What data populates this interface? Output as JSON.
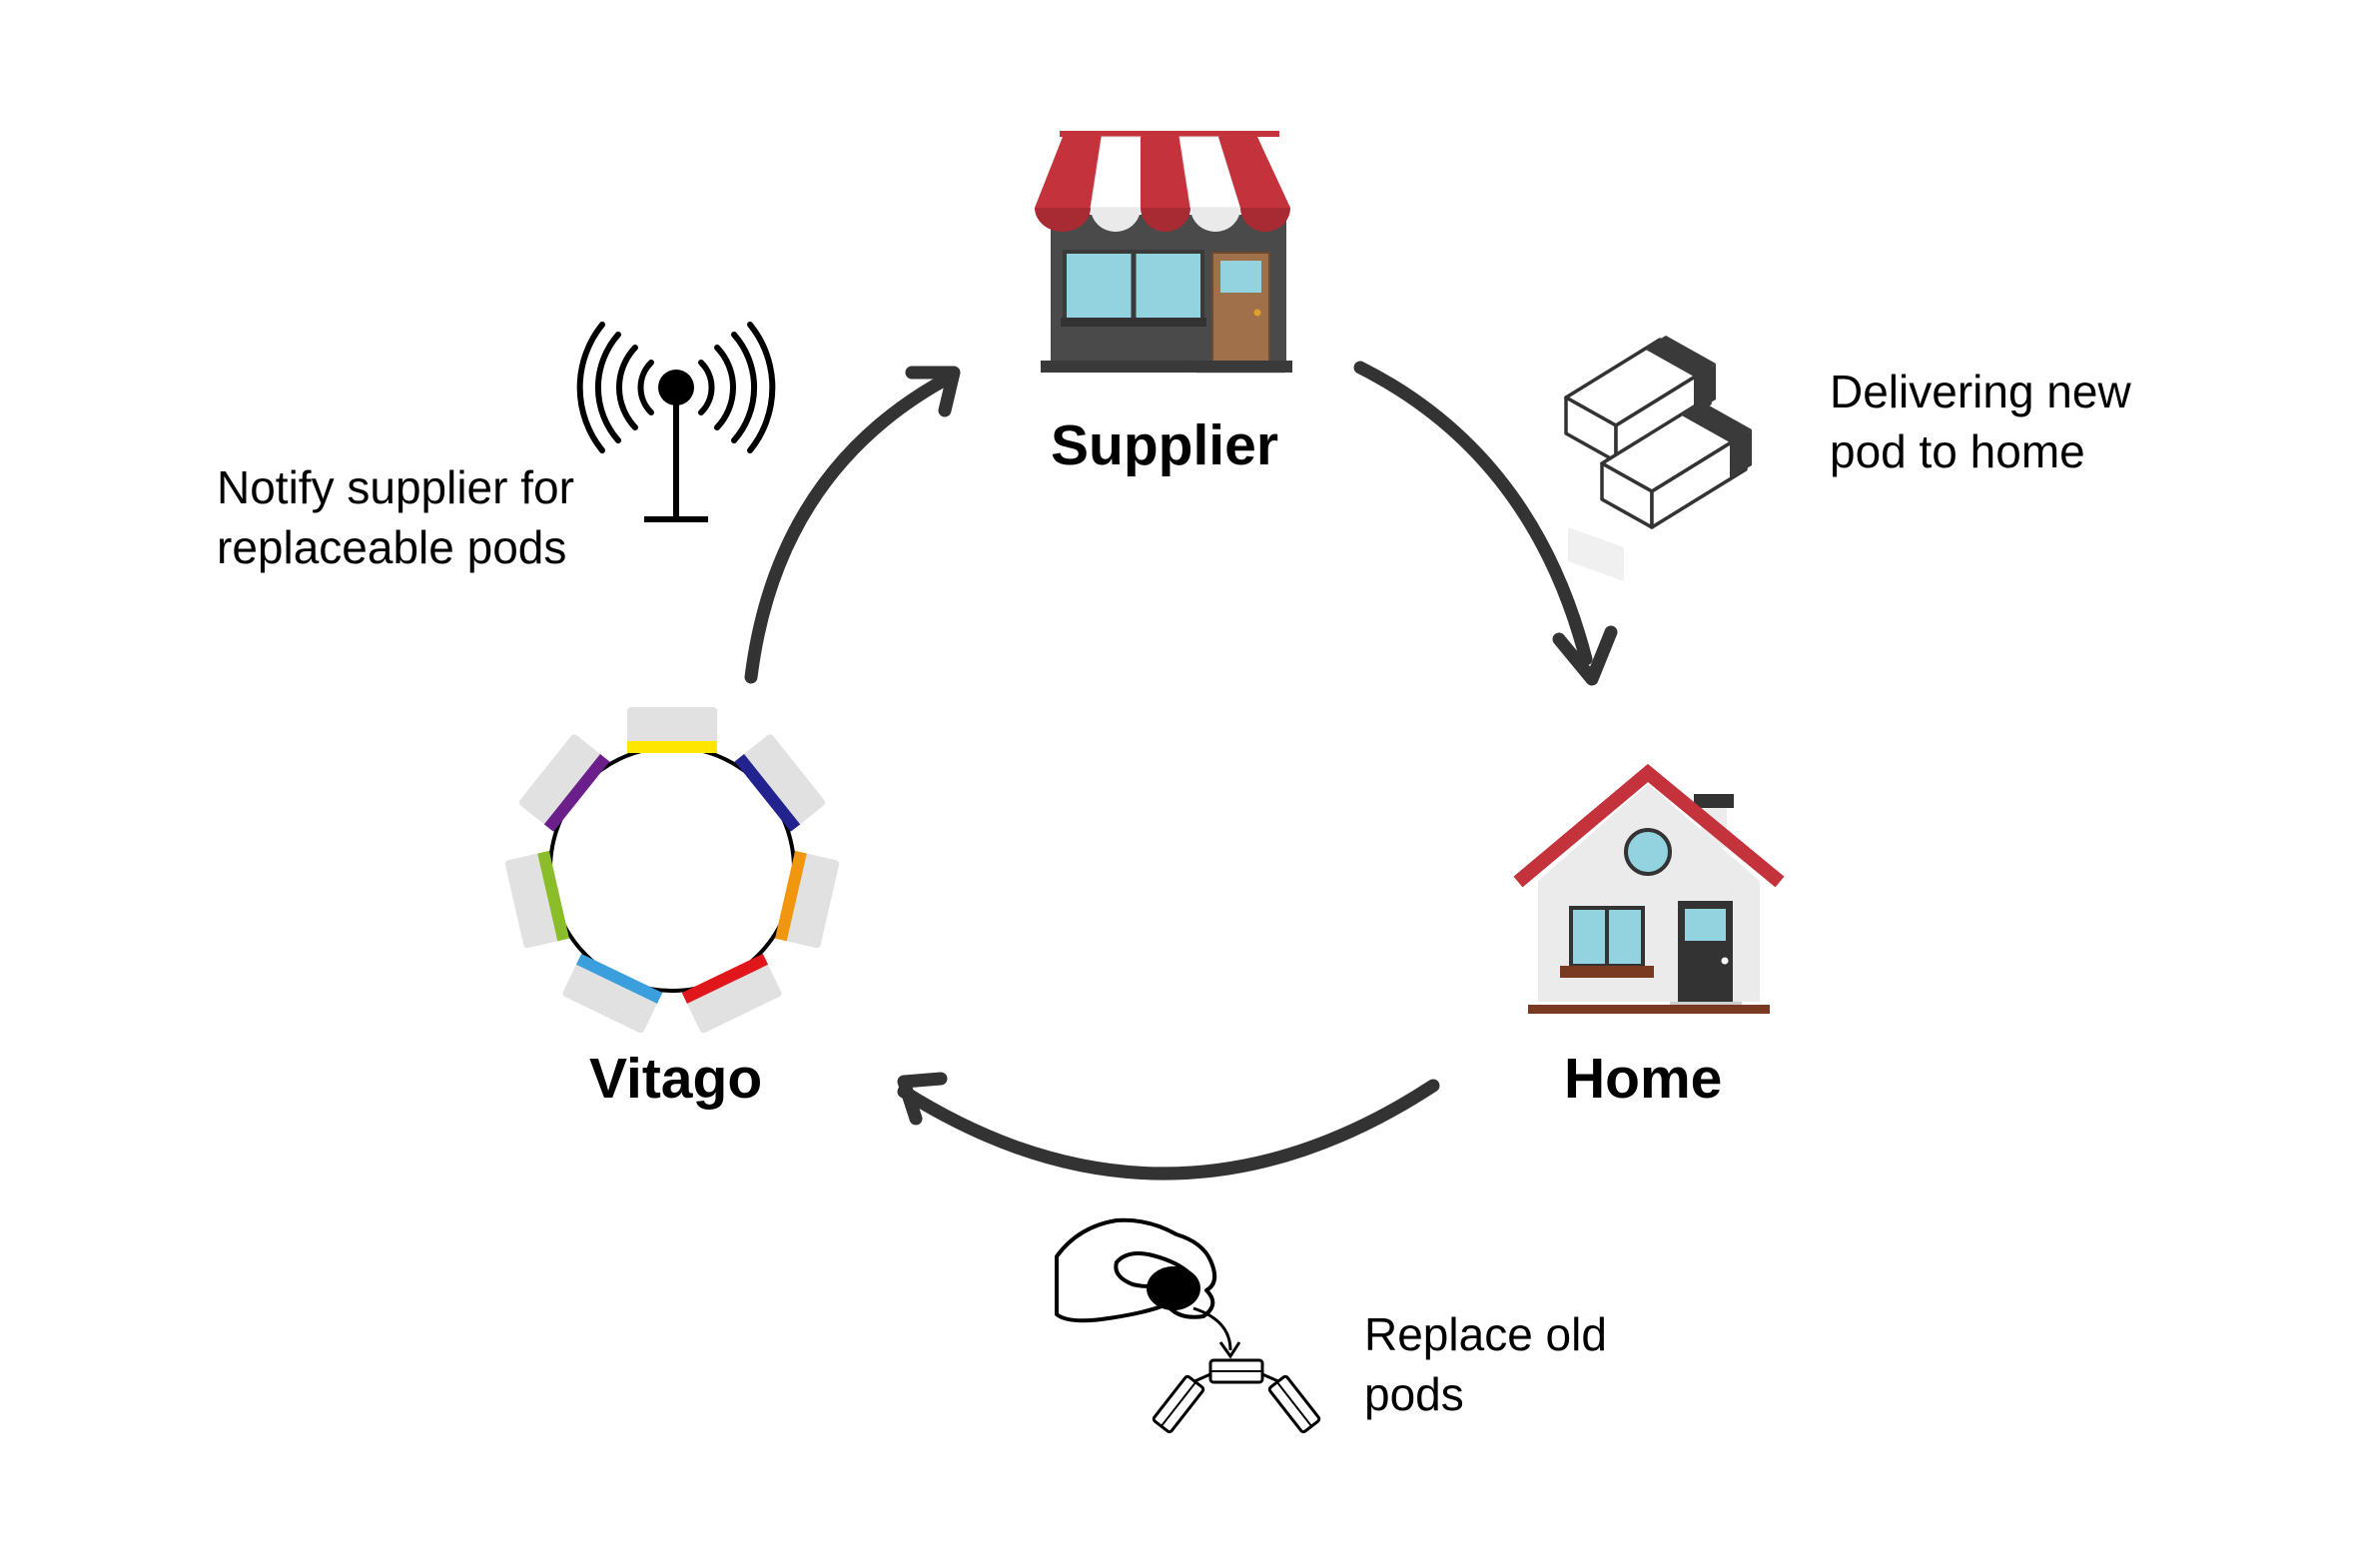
{
  "colors": {
    "arrow": "#333333",
    "awning_red": "#c4323c",
    "roof_red": "#c4323c",
    "window_blue": "#93d3e0",
    "wall_dark": "#4a4a4a",
    "door_brown": "#a0704a",
    "pod_gray": "#e1e1e1"
  },
  "nodes": {
    "supplier": {
      "label": "Supplier",
      "icon": "store-icon"
    },
    "home": {
      "label": "Home",
      "icon": "house-icon"
    },
    "vitago": {
      "label": "Vitago",
      "icon": "vitago-ring-icon",
      "pod_colors": [
        "#ffe600",
        "#23238f",
        "#f0960f",
        "#e0161b",
        "#3a9fdc",
        "#8abd29",
        "#6a1f8a"
      ]
    }
  },
  "steps": {
    "deliver": {
      "lines": [
        "Delivering new",
        "pod to home"
      ],
      "icon": "pods-package-icon"
    },
    "replace": {
      "lines": [
        "Replace old",
        "pods"
      ],
      "icon": "hand-replace-pod-icon"
    },
    "notify": {
      "lines": [
        "Notify supplier for",
        "replaceable pods"
      ],
      "icon": "antenna-signal-icon"
    }
  }
}
